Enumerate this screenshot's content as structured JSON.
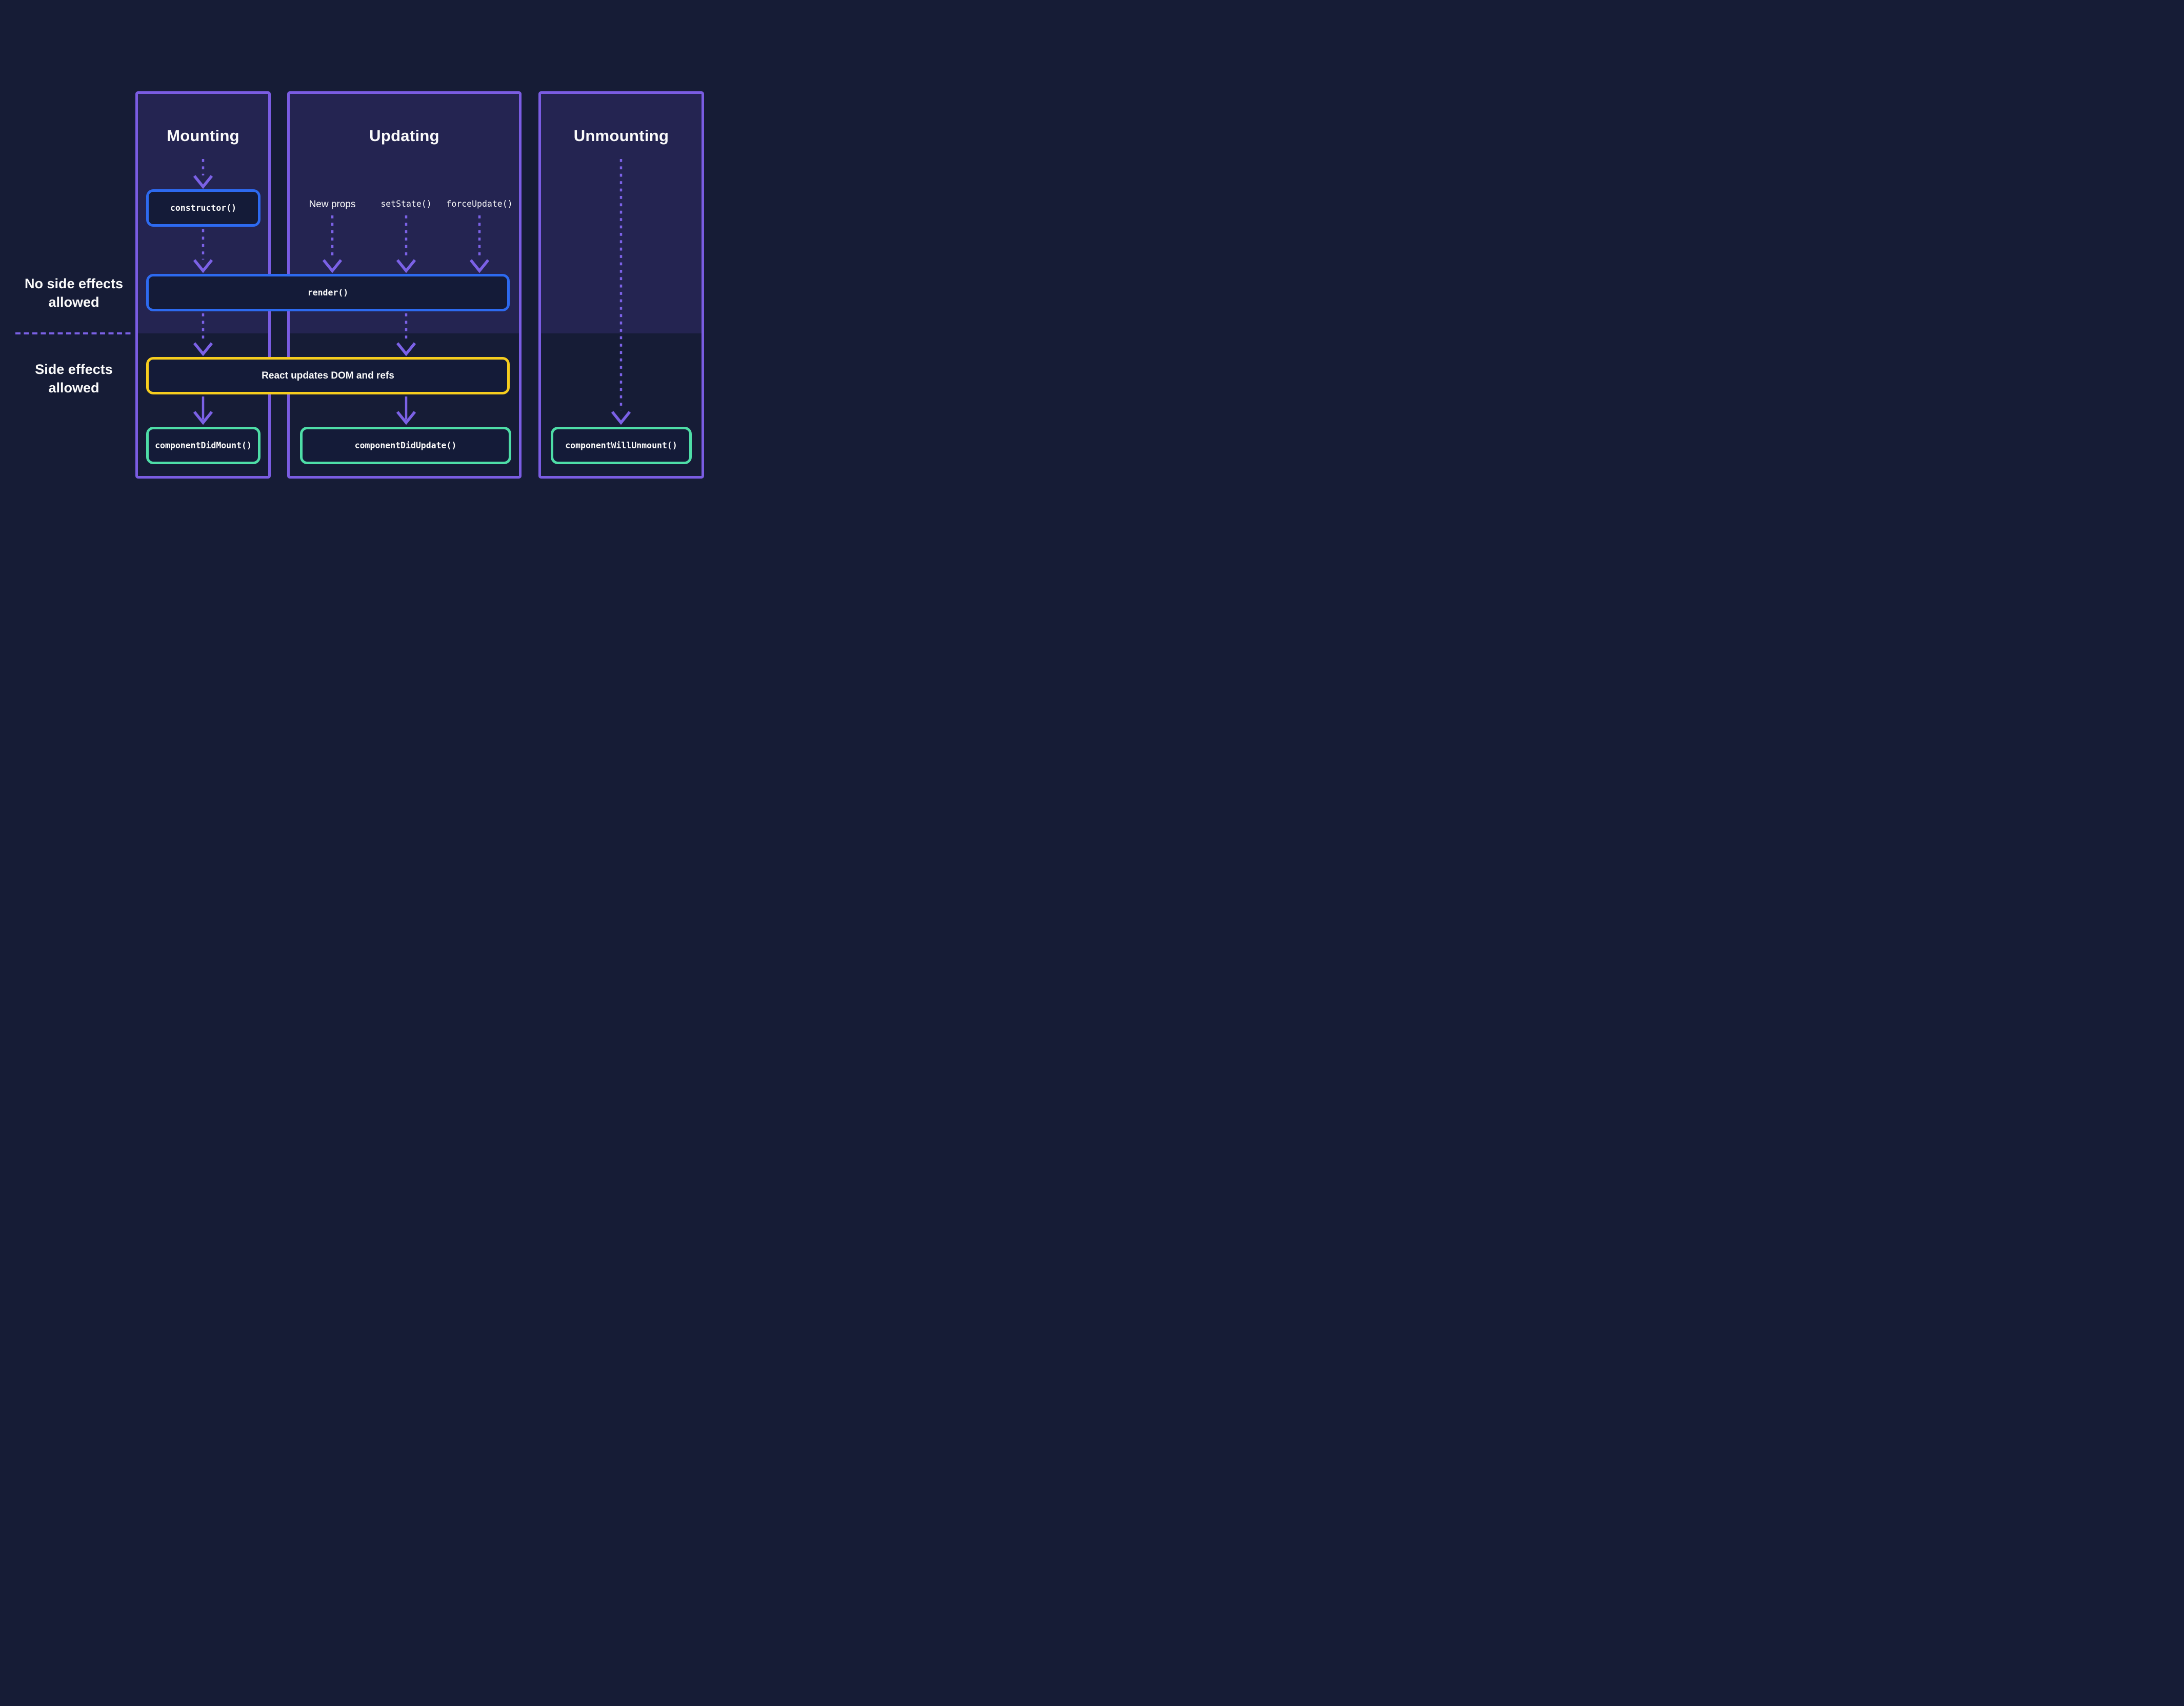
{
  "colors": {
    "background": "#161c36",
    "column_border": "#7a5ce2",
    "column_upper_background": "#242451",
    "node_background": "#141b38",
    "blue_node_border": "#2d6af0",
    "yellow_node_border": "#f6cd1e",
    "teal_node_border": "#4edda7",
    "arrow_purple": "#7b61e6",
    "text": "#fafafa"
  },
  "columns": [
    {
      "title": "Mounting"
    },
    {
      "title": "Updating"
    },
    {
      "title": "Unmounting"
    }
  ],
  "side_labels": {
    "no_side_effects": "No side effects\nallowed",
    "side_effects": "Side effects\nallowed"
  },
  "nodes": {
    "constructor": "constructor()",
    "render": "render()",
    "react_updates": "React updates DOM and refs",
    "component_did_mount": "componentDidMount()",
    "component_did_update": "componentDidUpdate()",
    "component_will_unmount": "componentWillUnmount()"
  },
  "update_triggers": [
    {
      "label": "New props"
    },
    {
      "label": "setState()"
    },
    {
      "label": "forceUpdate()"
    }
  ]
}
